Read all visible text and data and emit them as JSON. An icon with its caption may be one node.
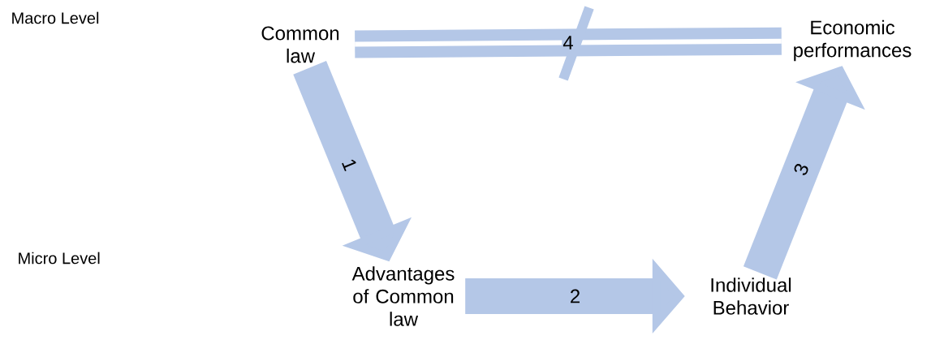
{
  "diagram": {
    "nodes": [
      {
        "text": [
          "Common law"
        ]
      },
      {
        "text": [
          "Advantages of Common law"
        ]
      },
      {
        "text": [
          "Individual Behavior"
        ]
      },
      {
        "text": [
          "Economic performances"
        ]
      }
    ],
    "edges": [
      {
        "from": 0,
        "to": 1,
        "arrow": "to",
        "label": "1"
      },
      {
        "from": 1,
        "to": 2,
        "arrow": "to",
        "label": "2"
      },
      {
        "from": 2,
        "to": 3,
        "arrow": "to",
        "label": "3"
      },
      {
        "from": 0,
        "to": 3,
        "arrow": "none",
        "label": "4"
      }
    ],
    "labels": [
      "Macro Level",
      "Micro Level"
    ]
  }
}
